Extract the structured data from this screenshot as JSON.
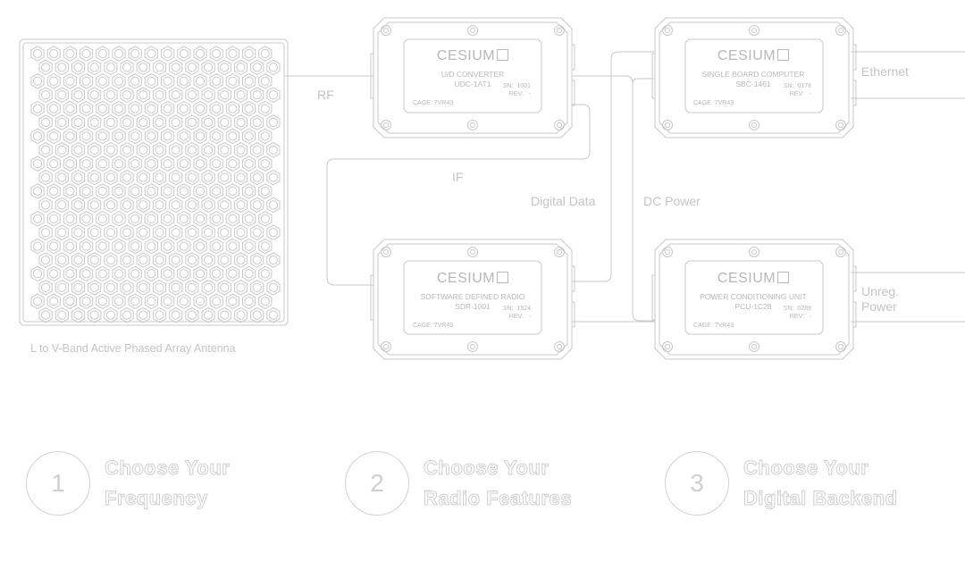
{
  "colors": {
    "line": "#c8c8c8",
    "text": "#c4c4c4"
  },
  "antenna": {
    "caption": "L to V-Band Active Phased Array Antenna"
  },
  "signals": {
    "rf": "RF",
    "if": "IF",
    "digital_data": "Digital Data",
    "dc_power": "DC Power",
    "ethernet": "Ethernet",
    "unreg_1": "Unreg.",
    "unreg_2": "Power"
  },
  "modules": [
    {
      "logo": "CESIUM",
      "name": "U/D CONVERTER",
      "model": "UDC-1AT1",
      "sn_label": "SN:",
      "sn": "1001",
      "rev_label": "REV:",
      "rev": "-",
      "cage": "CAGE: 7VR43"
    },
    {
      "logo": "CESIUM",
      "name": "SINGLE BOARD COMPUTER",
      "model": "SBC-1461",
      "sn_label": "SN:",
      "sn": "0178",
      "rev_label": "REV:",
      "rev": "-",
      "cage": "CAGE: 7VR43"
    },
    {
      "logo": "CESIUM",
      "name": "SOFTWARE DEFINED RADIO",
      "model": "SDR-1001",
      "sn_label": "SN:",
      "sn": "1524",
      "rev_label": "REV:",
      "rev": "-",
      "cage": "CAGE: 7VR43"
    },
    {
      "logo": "CESIUM",
      "name": "POWER CONDITIONING UNIT",
      "model": "PCU-1C28",
      "sn_label": "SN:",
      "sn": "0289",
      "rev_label": "REV:",
      "rev": "-",
      "cage": "CAGE: 7VR43"
    }
  ],
  "steps": [
    {
      "num": "1",
      "line1": "Choose Your",
      "line2": "Frequency"
    },
    {
      "num": "2",
      "line1": "Choose Your",
      "line2": "Radio Features"
    },
    {
      "num": "3",
      "line1": "Choose Your",
      "line2": "Digital Backend"
    }
  ]
}
